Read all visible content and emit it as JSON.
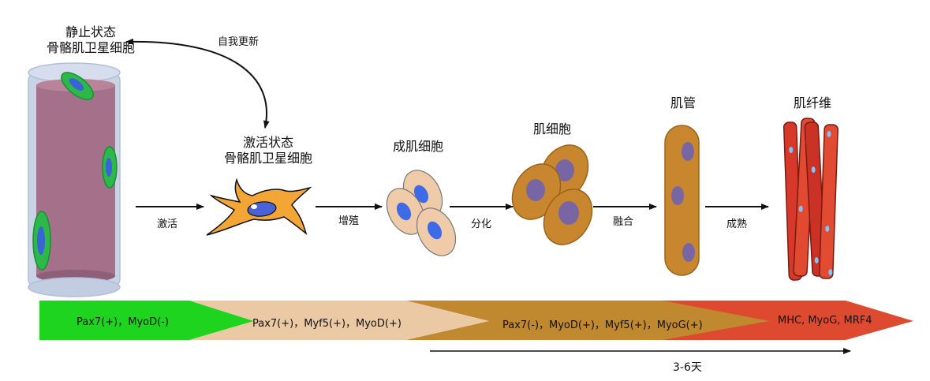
{
  "stages": {
    "quiescent": {
      "line1": "静止状态",
      "line2": "骨骼肌卫星细胞"
    },
    "activated": {
      "line1": "激活状态",
      "line2": "骨骼肌卫星细胞"
    },
    "myoblast": "成肌细胞",
    "myocyte": "肌细胞",
    "myotube": "肌管",
    "myofiber": "肌纤维"
  },
  "processes": {
    "self_renewal": "自我更新",
    "activation": "激活",
    "proliferation": "增殖",
    "differentiation": "分化",
    "fusion": "融合",
    "maturation": "成熟"
  },
  "markers": [
    {
      "text": "Pax7(+)，MyoD(-)",
      "color": "#1ed41e"
    },
    {
      "text": "Pax7(+)，Myf5(+)，MyoD(+)",
      "color": "#ecc9a5"
    },
    {
      "text": "Pax7(-)，MyoD(+)，Myf5(+)，MyoG(+)",
      "color": "#c0892f"
    },
    {
      "text": "MHC, MyoG, MRF4",
      "color": "#dd4a30"
    }
  ],
  "duration": "3-6天"
}
